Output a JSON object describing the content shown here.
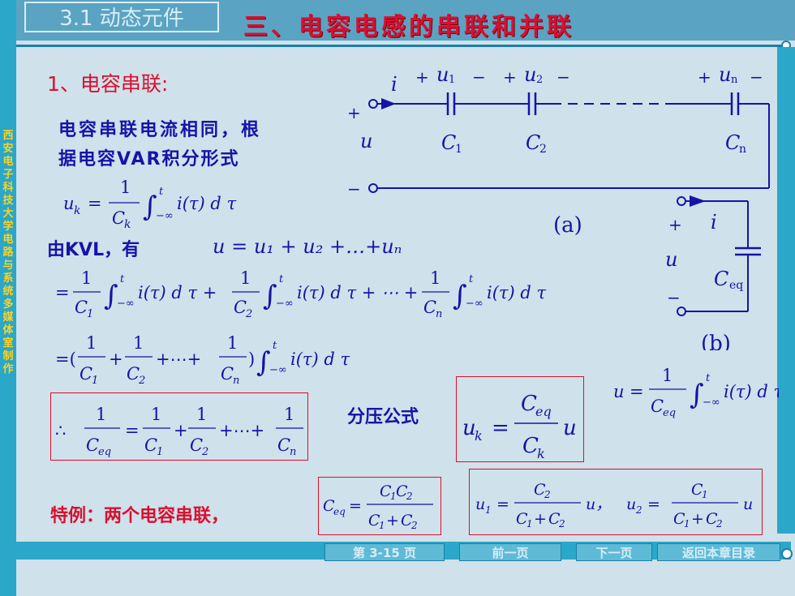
{
  "header": {
    "section_label": "3.1 动态元件",
    "main_title": "三、电容电感的串联和并联"
  },
  "sidebar": {
    "vertical_text": "西安电子科技大学电路与系统多媒体室制作"
  },
  "content": {
    "heading": "1、电容串联:",
    "desc_line1": "电容串联电流相同，根",
    "desc_line2": "据电容VAR积分形式",
    "kvl_text": "由KVL，有",
    "kvl_eq": "u = u₁ + u₂ +…+uₙ",
    "divider_label": "分压公式",
    "special_label": "特例：两个电容串联，"
  },
  "circuit_a": {
    "label": "(a)",
    "current": "i",
    "voltage": "u",
    "plus": "+",
    "minus": "−",
    "u1": "u",
    "u1_sub": "1",
    "u2": "u",
    "u2_sub": "2",
    "un": "u",
    "un_sub": "n",
    "c1": "C",
    "c1_sub": "1",
    "c2": "C",
    "c2_sub": "2",
    "cn": "C",
    "cn_sub": "n"
  },
  "circuit_b": {
    "label": "(b)",
    "current": "i",
    "voltage": "u",
    "plus": "+",
    "minus": "−",
    "ceq": "C",
    "ceq_sub": "eq"
  },
  "nav": {
    "page": "第 3-15 页",
    "prev": "前一页",
    "next": "下一页",
    "back": "返回本章目录"
  },
  "colors": {
    "title_red": "#d8102f",
    "text_blue": "#1414a8",
    "bar_cyan": "#2aa7c9"
  }
}
